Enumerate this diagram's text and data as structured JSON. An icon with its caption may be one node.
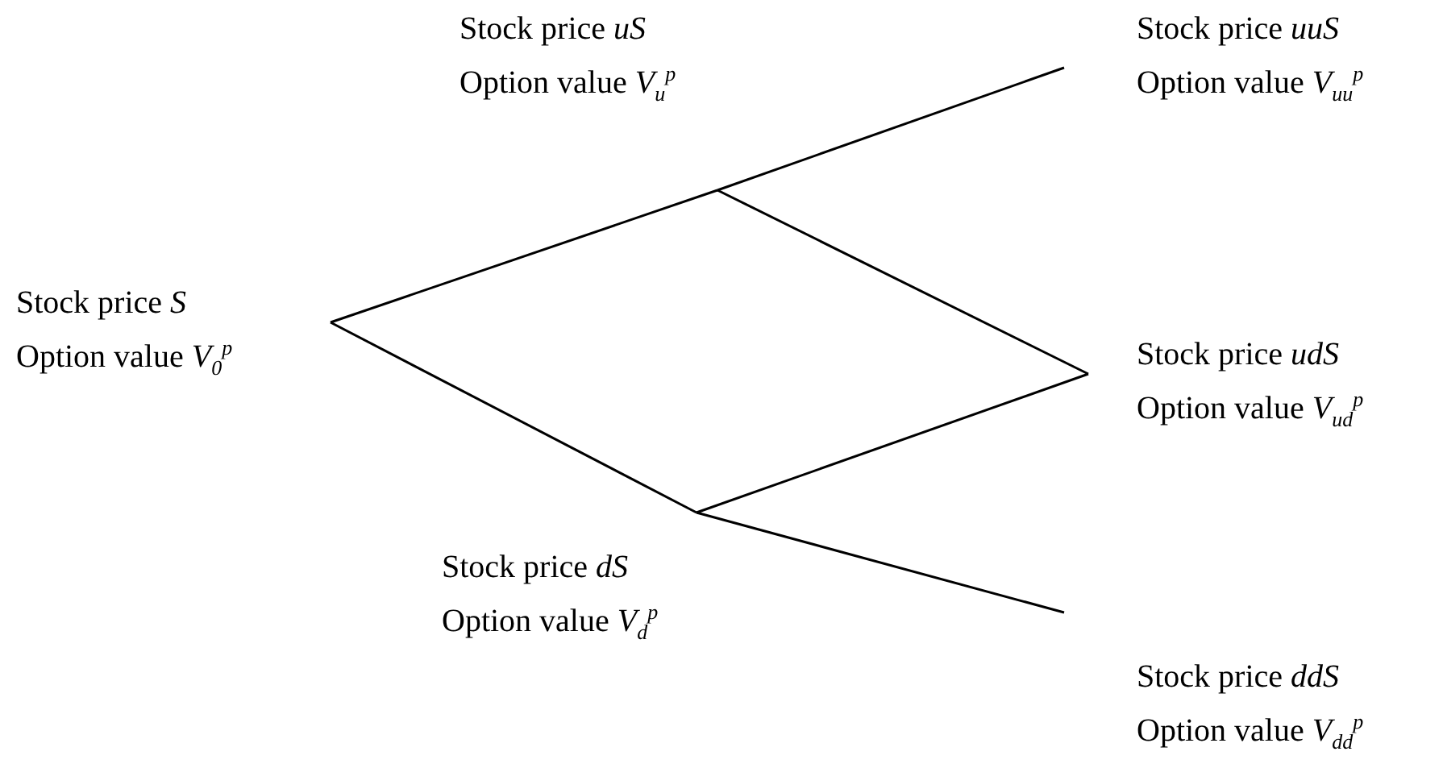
{
  "diagram": {
    "nodes": [
      {
        "text": [
          "Stock price *S*",
          "Option value *V*$_{0}$$^{p}$"
        ]
      },
      {
        "text": [
          "Stock price *uS*",
          "Option value *V*$_{u}$$^{p}$"
        ]
      },
      {
        "text": [
          "Stock price *dS*",
          "Option value *V*$_{d}$$^{p}$"
        ]
      },
      {
        "text": [
          "Stock price *uuS*",
          "Option value *V*$_{uu}$$^{p}$"
        ]
      },
      {
        "text": [
          "Stock price *udS*",
          "Option value *V*$_{ud}$$^{p}$"
        ]
      },
      {
        "text": [
          "Stock price *ddS*",
          "Option value *V*$_{dd}$$^{p}$"
        ]
      }
    ],
    "edges": [
      {
        "from": 0,
        "to": 1,
        "arrow": "none"
      },
      {
        "from": 0,
        "to": 2,
        "arrow": "none"
      },
      {
        "from": 1,
        "to": 3,
        "arrow": "none"
      },
      {
        "from": 1,
        "to": 4,
        "arrow": "none"
      },
      {
        "from": 2,
        "to": 4,
        "arrow": "none"
      },
      {
        "from": 2,
        "to": 5,
        "arrow": "none"
      }
    ]
  }
}
